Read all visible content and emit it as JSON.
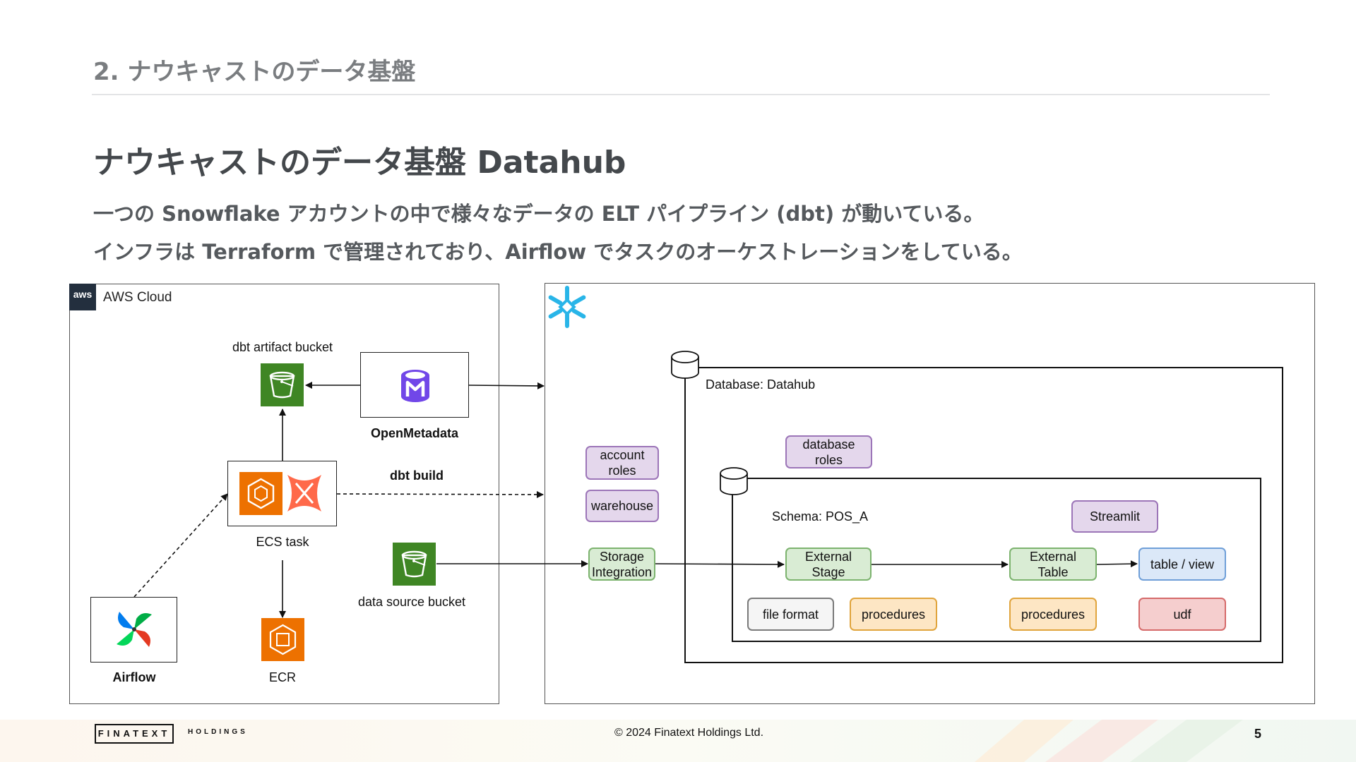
{
  "header": {
    "section_title": "2. ナウキャストのデータ基盤",
    "main_title": "ナウキャストのデータ基盤 Datahub",
    "description_line1": "一つの Snowflake アカウントの中で様々なデータの ELT パイプライン (dbt) が動いている。",
    "description_line2": "インフラは Terraform で管理されており、Airflow でタスクのオーケストレーションをしている。"
  },
  "diagram": {
    "aws": {
      "logo": "aws",
      "label": "AWS Cloud",
      "dbt_artifact_bucket": "dbt artifact bucket",
      "openmetadata": "OpenMetadata",
      "ecs_task": "ECS task",
      "dbt_build": "dbt build",
      "data_source_bucket": "data source bucket",
      "airflow": "Airflow",
      "ecr": "ECR"
    },
    "snowflake": {
      "account_roles": "account\nroles",
      "warehouse": "warehouse",
      "storage_integration": "Storage\nIntegration",
      "database_label": "Database: Datahub",
      "database_roles": "database\nroles",
      "schema_label": "Schema: POS_A",
      "streamlit": "Streamlit",
      "external_stage": "External\nStage",
      "external_table": "External\nTable",
      "table_view": "table / view",
      "file_format": "file format",
      "procedures_1": "procedures",
      "procedures_2": "procedures",
      "udf": "udf"
    },
    "icons": [
      "aws-logo",
      "s3-bucket-icon",
      "openmetadata-icon",
      "ecs-icon",
      "dbt-icon",
      "airflow-icon",
      "ecr-icon",
      "snowflake-icon",
      "database-cylinder-icon"
    ],
    "colors": {
      "s3_green": "#3f8624",
      "ecs_orange": "#ed7100",
      "dbt_red": "#ff694a",
      "snowflake_blue": "#29b5e8",
      "openmetadata_purple": "#7147e8"
    }
  },
  "footer": {
    "logo_text": "FINATEXT",
    "holdings_text": "HOLDINGS",
    "copyright": "© 2024 Finatext Holdings Ltd.",
    "page_number": "5"
  }
}
